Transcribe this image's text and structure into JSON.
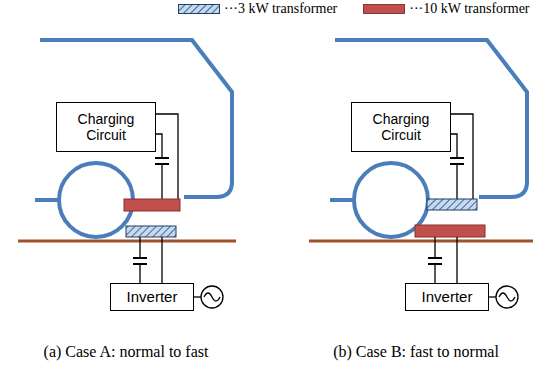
{
  "diagram": {
    "nodes": [
      {
        "text": [
          "Charging Circuit"
        ]
      },
      {
        "text": [
          "Inverter"
        ]
      },
      {
        "text": [
          "Charging Circuit"
        ]
      },
      {
        "text": [
          "Inverter"
        ]
      }
    ],
    "labels": [
      "(a) Case A: normal to fast",
      "(b) Case B: fast to normal"
    ],
    "legend": [
      {
        "text": "···3 kW transformer"
      },
      {
        "text": "···10 kW transformer",
        "color": "#c0504d"
      }
    ]
  }
}
